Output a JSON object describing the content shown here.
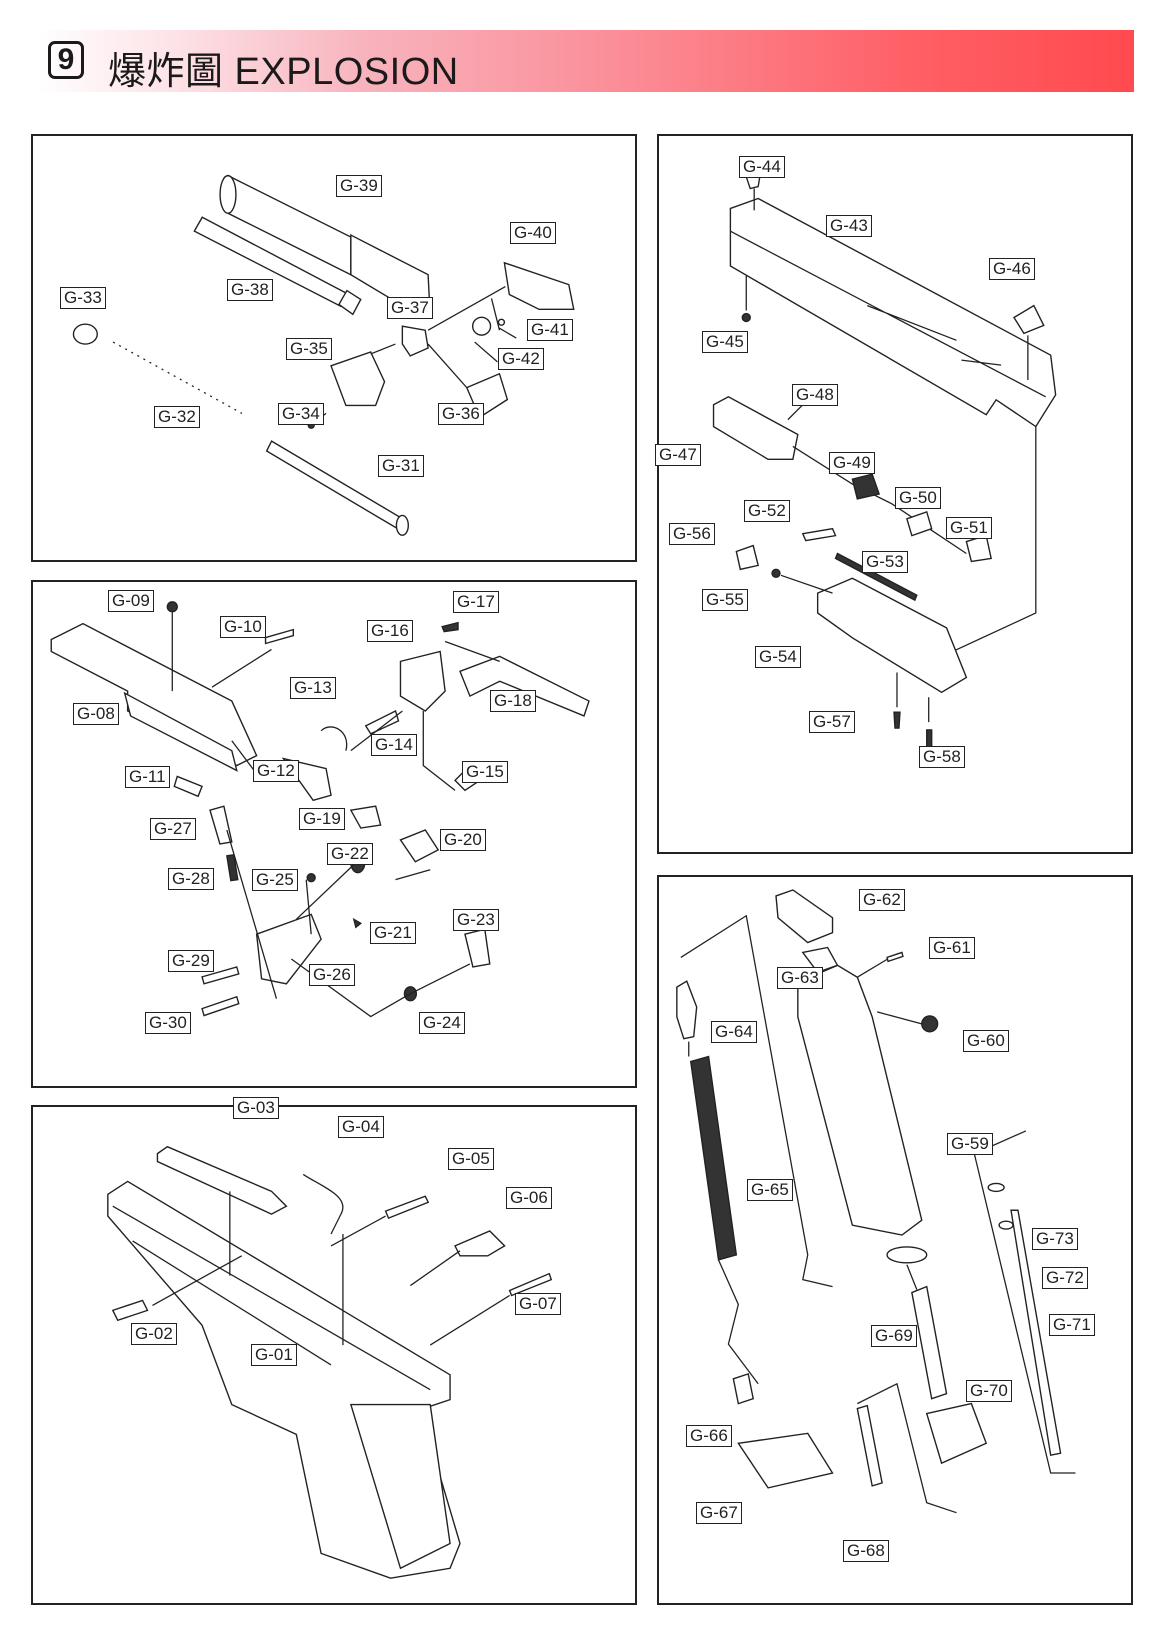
{
  "header": {
    "section_number": "9",
    "title": "爆炸圖 EXPLOSION",
    "band_colors": [
      "#fde4e8",
      "#ff4a4f"
    ]
  },
  "panels": {
    "barrel_assembly": {
      "labels": [
        "G-31",
        "G-32",
        "G-33",
        "G-34",
        "G-35",
        "G-36",
        "G-37",
        "G-38",
        "G-39",
        "G-40",
        "G-41",
        "G-42"
      ]
    },
    "trigger_assembly": {
      "labels": [
        "G-08",
        "G-09",
        "G-10",
        "G-11",
        "G-12",
        "G-13",
        "G-14",
        "G-15",
        "G-16",
        "G-17",
        "G-18",
        "G-19",
        "G-20",
        "G-21",
        "G-22",
        "G-23",
        "G-24",
        "G-25",
        "G-26",
        "G-27",
        "G-28",
        "G-29",
        "G-30"
      ]
    },
    "frame_assembly": {
      "labels": [
        "G-01",
        "G-02",
        "G-03",
        "G-04",
        "G-05",
        "G-06",
        "G-07"
      ]
    },
    "slide_assembly": {
      "labels": [
        "G-43",
        "G-44",
        "G-45",
        "G-46",
        "G-47",
        "G-48",
        "G-49",
        "G-50",
        "G-51",
        "G-52",
        "G-53",
        "G-54",
        "G-55",
        "G-56",
        "G-57",
        "G-58"
      ]
    },
    "magazine_assembly": {
      "labels": [
        "G-59",
        "G-60",
        "G-61",
        "G-62",
        "G-63",
        "G-64",
        "G-65",
        "G-66",
        "G-67",
        "G-68",
        "G-69",
        "G-70",
        "G-71",
        "G-72",
        "G-73"
      ]
    }
  }
}
